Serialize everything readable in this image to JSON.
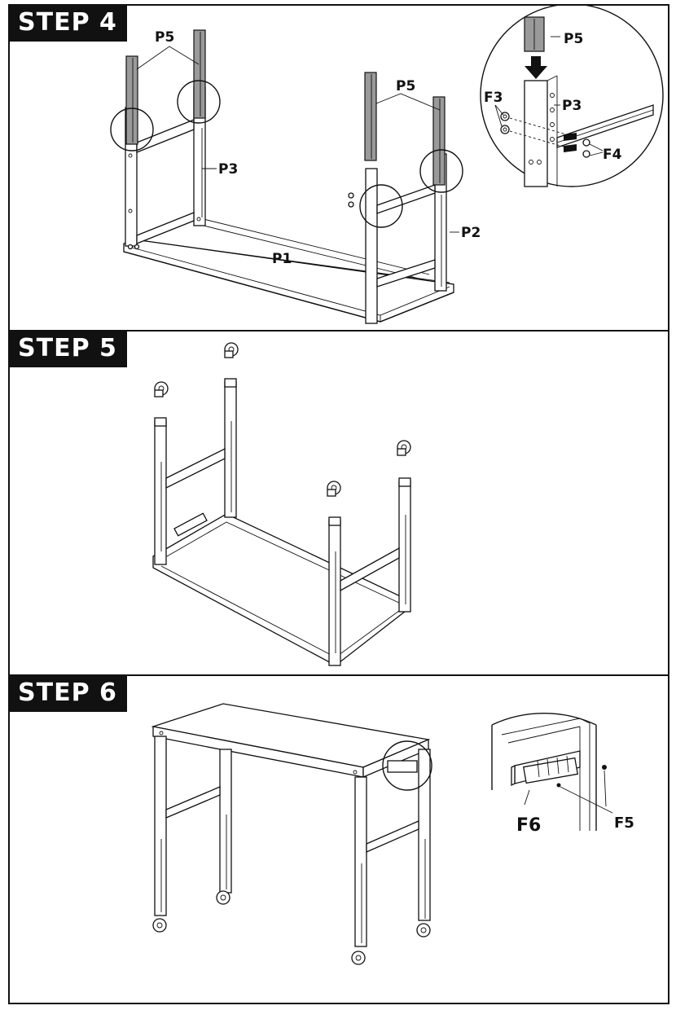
{
  "steps": {
    "step4": {
      "title": "STEP 4"
    },
    "step5": {
      "title": "STEP 5"
    },
    "step6": {
      "title": "STEP 6"
    }
  },
  "parts": {
    "p1": "P1",
    "p2": "P2",
    "p3": "P3",
    "p5": "P5",
    "f3": "F3",
    "f4": "F4",
    "f5": "F5",
    "f6": "F6"
  }
}
